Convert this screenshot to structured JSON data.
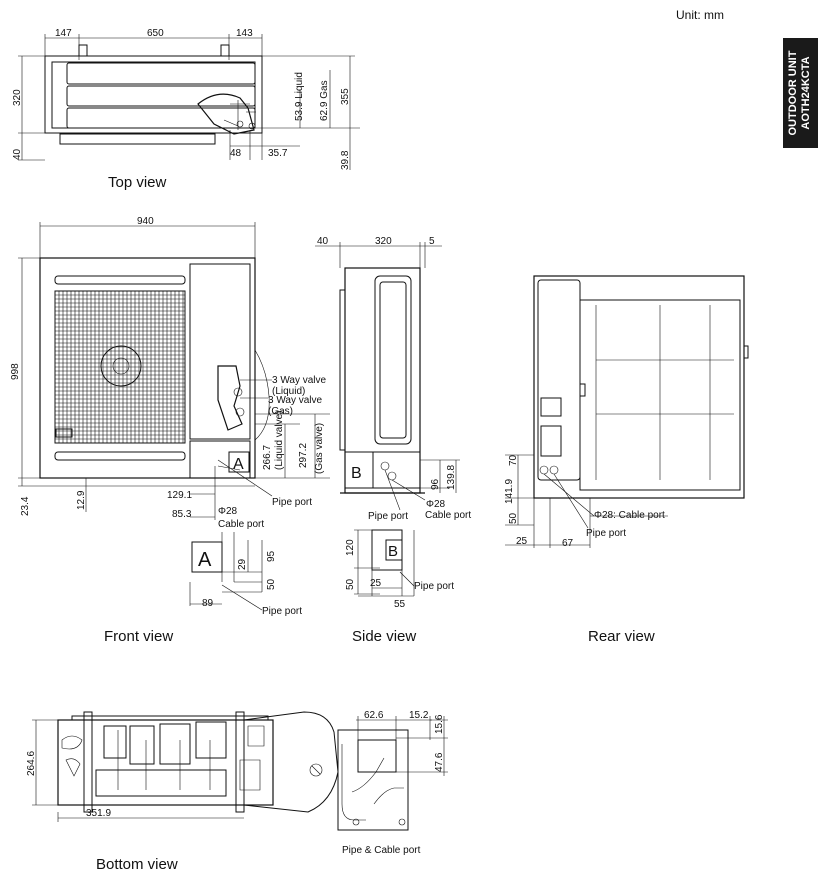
{
  "header": {
    "unit_label": "Unit: mm",
    "side_tab_line1": "OUTDOOR UNIT",
    "side_tab_line2": "AOTH24KCTA"
  },
  "captions": {
    "top": "Top view",
    "front": "Front view",
    "side": "Side view",
    "rear": "Rear view",
    "bottom": "Bottom view"
  },
  "top_view": {
    "dims": [
      "147",
      "650",
      "143",
      "320",
      "40",
      "53.9 Liquid",
      "62.9 Gas",
      "355",
      "48",
      "35.7",
      "39.8"
    ]
  },
  "front_view": {
    "dims": [
      "940",
      "998",
      "23.4",
      "12.9",
      "129.1",
      "85.3",
      "266.7",
      "(Liquid valve)",
      "297.2",
      "(Gas valve)"
    ],
    "labels": [
      "3 Way valve",
      "(Liquid)",
      "3 Way valve",
      "(Gas)",
      "Φ28",
      "Cable port",
      "Pipe port",
      "A"
    ],
    "detail_a": [
      "A",
      "29",
      "95",
      "50",
      "89",
      "Pipe port"
    ]
  },
  "side_view": {
    "dims": [
      "40",
      "320",
      "5",
      "96",
      "139.8"
    ],
    "labels": [
      "B",
      "Pipe port",
      "Φ28",
      "Cable port"
    ],
    "detail_b": [
      "B",
      "120",
      "50",
      "25",
      "55",
      "Pipe port"
    ]
  },
  "rear_view": {
    "dims": [
      "141.9",
      "70",
      "50",
      "25",
      "67"
    ],
    "labels": [
      "Φ28: Cable port",
      "Pipe port"
    ]
  },
  "bottom_view": {
    "dims": [
      "264.6",
      "351.9",
      "62.6",
      "15.2",
      "15.6",
      "47.6"
    ],
    "labels": [
      "Pipe & Cable port"
    ]
  }
}
